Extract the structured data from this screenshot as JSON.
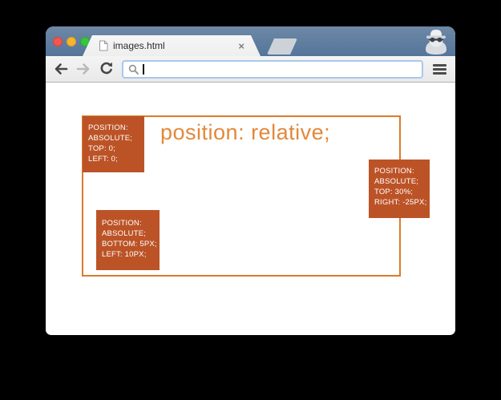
{
  "browser": {
    "tab": {
      "title": "images.html",
      "close_label": "×",
      "favicon": "document-icon"
    },
    "toolbar": {
      "back_icon": "back-arrow",
      "forward_icon": "forward-arrow",
      "refresh_icon": "refresh-arrow",
      "menu_icon": "hamburger-menu",
      "incognito_icon": "incognito-spy"
    },
    "address_bar": {
      "value": "",
      "placeholder": "",
      "icon": "search-icon"
    },
    "colors": {
      "titlebar": "#56779b",
      "traffic_red": "#f3564d",
      "traffic_yellow": "#f7b42c",
      "traffic_green": "#39c53f",
      "omnibox_border": "#a8c8ec"
    }
  },
  "page": {
    "heading": "position: relative;",
    "boxes": [
      {
        "id": "top-left",
        "lines": [
          "POSITION:",
          "ABSOLUTE;",
          "TOP: 0;",
          "LEFT: 0;"
        ]
      },
      {
        "id": "bottom-left",
        "lines": [
          "POSITION:",
          "ABSOLUTE;",
          "BOTTOM: 5PX;",
          "LEFT: 10PX;"
        ]
      },
      {
        "id": "right",
        "lines": [
          "POSITION:",
          "ABSOLUTE;",
          "TOP: 30%;",
          "RIGHT: -25PX;"
        ]
      }
    ],
    "colors": {
      "container_border": "#dc7c2a",
      "box_fill": "#bc5327",
      "heading_text": "#e2883b"
    }
  }
}
